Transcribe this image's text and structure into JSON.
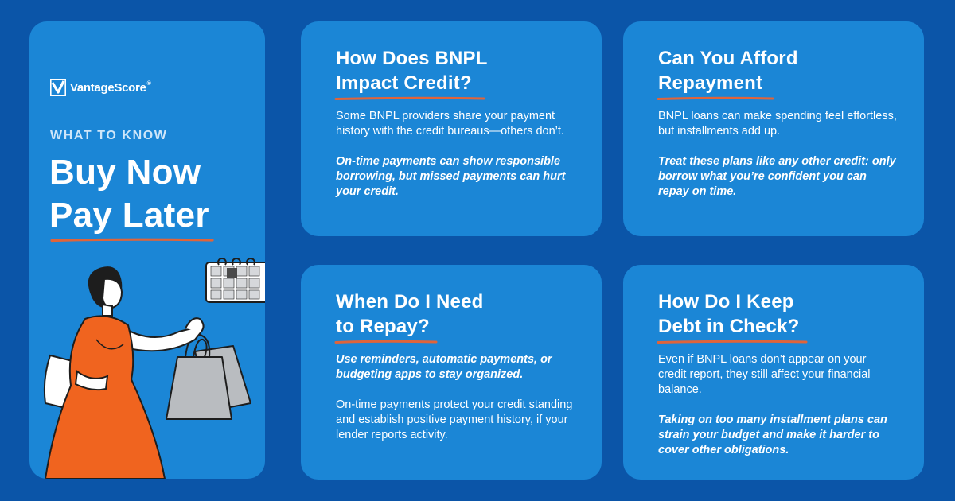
{
  "brand": {
    "logo_text": "VantageScore",
    "logo_reg": "®"
  },
  "hero": {
    "eyebrow": "WHAT TO KNOW",
    "title_line1": "Buy Now",
    "title_line2": "Pay Later"
  },
  "colors": {
    "background": "#0b55a8",
    "panel": "#1b86d6",
    "accent_underline": "#e0643a",
    "dress": "#f0641f",
    "bag": "#b9bcc0"
  },
  "cards": [
    {
      "title_line1": "How Does BNPL",
      "title_line2": "Impact Credit?",
      "p1": "Some BNPL providers share your payment history with the credit bureaus—others don’t.",
      "p2": "On-time payments can show responsible borrowing, but missed payments can hurt your credit."
    },
    {
      "title_line1": "Can You Afford",
      "title_line2": "Repayment",
      "p1": "BNPL loans can make spending feel effortless, but installments add up.",
      "p2": "Treat these plans like any other credit: only borrow what you’re confident you can repay on time."
    },
    {
      "title_line1": "When Do I Need",
      "title_line2": "to Repay?",
      "p1": "Use reminders, automatic payments, or budgeting apps to stay organized.",
      "p2": "On-time payments protect your credit standing and establish positive payment history, if your lender reports activity."
    },
    {
      "title_line1": "How Do I Keep",
      "title_line2": "Debt in Check?",
      "p1": "Even if BNPL loans don’t appear on your credit report, they still affect your financial balance.",
      "p2": "Taking on too many installment plans can strain your budget and make it harder to cover other obligations."
    }
  ]
}
